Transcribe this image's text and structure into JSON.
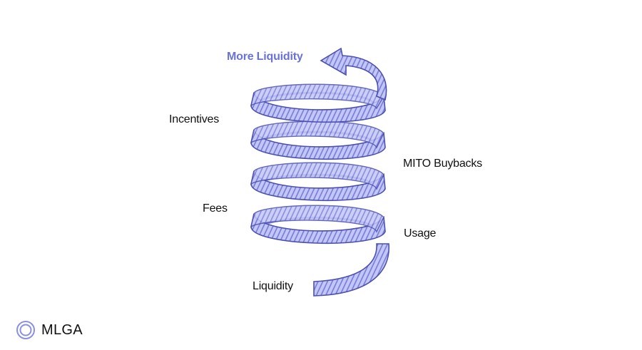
{
  "labels": {
    "top": "More Liquidity",
    "incentives": "Incentives",
    "buybacks": "MITO Buybacks",
    "fees": "Fees",
    "usage": "Usage",
    "base": "Liquidity"
  },
  "brand": {
    "name": "MLGA",
    "icon": "concentric-rings-icon"
  },
  "colors": {
    "ribbon_fill": "#b9bdf4",
    "ribbon_stroke": "#4b4fae",
    "hatch": "#5b60c9",
    "accent_text": "#6a72d8"
  }
}
